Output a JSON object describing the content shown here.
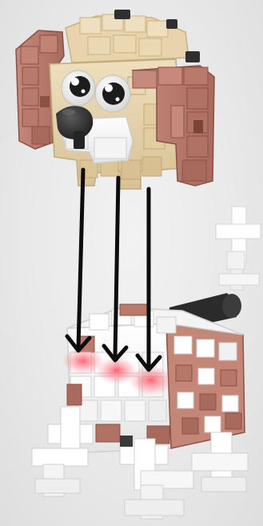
{
  "image": {
    "subject": "toy-dog-assembly-illustration",
    "colors": {
      "tan": "#e9d7b3",
      "tan_dark": "#c8b185",
      "brown": "#b97a6c",
      "brown_dark": "#8a5145",
      "white": "#ffffff",
      "white_shade": "#dcdcdc",
      "black": "#2f2f2f",
      "arrow": "#0d0d0d",
      "highlight": "#ff4d5e"
    },
    "arrows": {
      "count": 3,
      "direction": "down"
    },
    "icons": [
      "down-arrow-icon"
    ]
  }
}
